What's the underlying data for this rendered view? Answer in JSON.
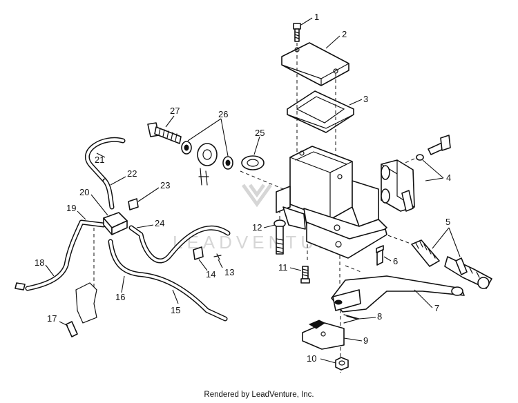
{
  "watermark": "LEADVENTURE",
  "footer": "Rendered by LeadVenture, Inc.",
  "callouts": {
    "c1": "1",
    "c2": "2",
    "c3": "3",
    "c4": "4",
    "c5": "5",
    "c6": "6",
    "c7": "7",
    "c8": "8",
    "c9": "9",
    "c10": "10",
    "c11": "11",
    "c12": "12",
    "c13": "13",
    "c14": "14",
    "c15": "15",
    "c16": "16",
    "c17": "17",
    "c18": "18",
    "c19": "19",
    "c20": "20",
    "c21": "21",
    "c22": "22",
    "c23": "23",
    "c24": "24",
    "c25": "25",
    "c26": "26",
    "c27": "27"
  }
}
